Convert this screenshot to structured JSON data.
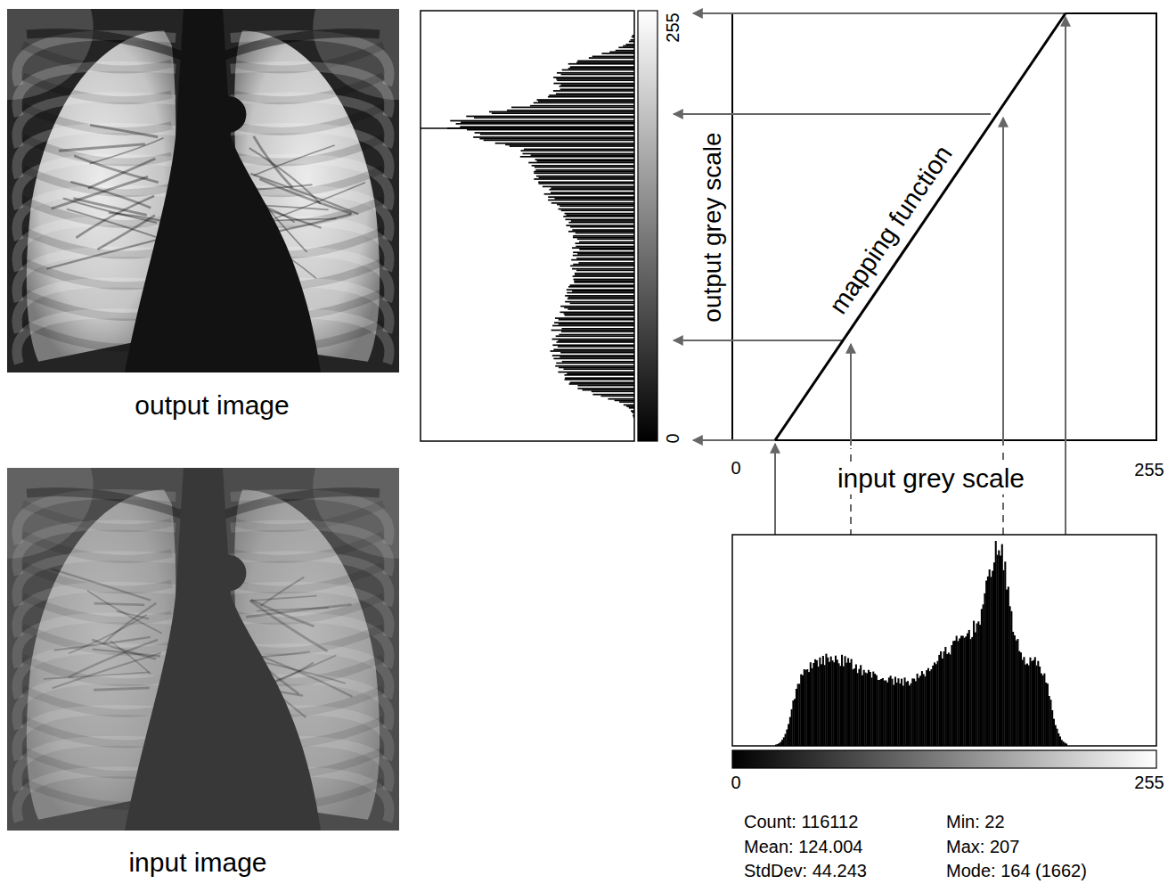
{
  "diagram": {
    "labels": [
      "output image",
      "input image",
      "255",
      "0",
      "output grey scale",
      "mapping function",
      "0",
      "input grey scale",
      "255",
      "0",
      "255",
      "Count: 116112",
      "Mean: 124.004",
      "StdDev: 44.243",
      "Min: 22",
      "Max: 207",
      "Mode: 164 (1662)"
    ]
  }
}
